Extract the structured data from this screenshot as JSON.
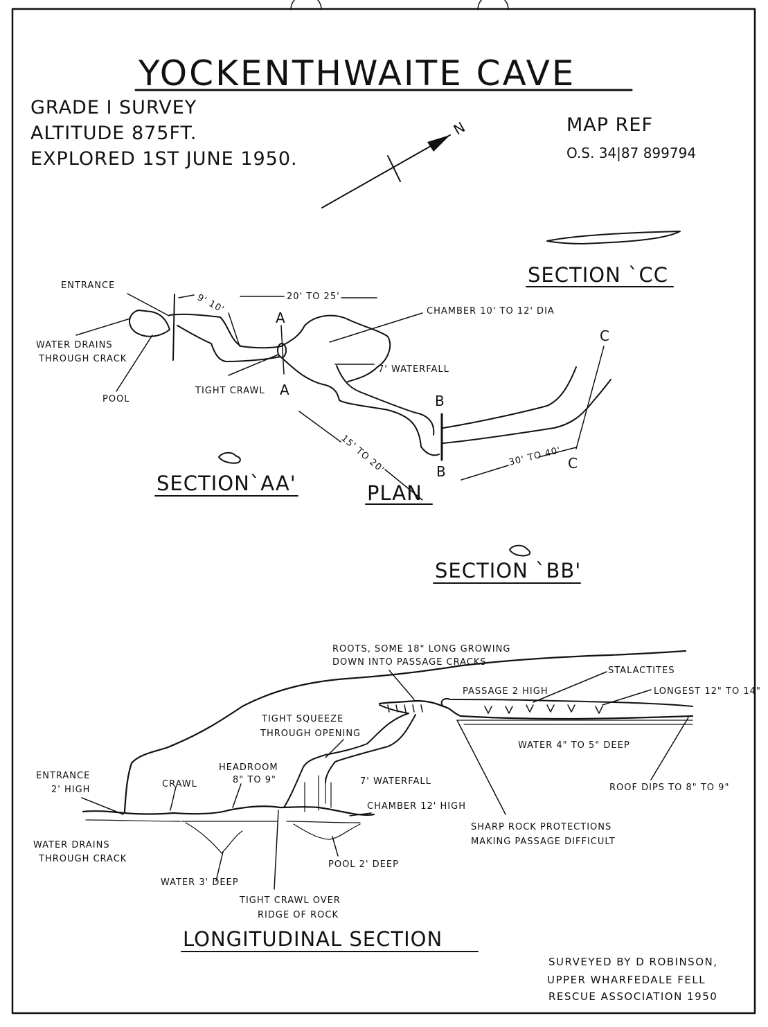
{
  "title": "YOCKENTHWAITE CAVE",
  "info": {
    "grade": "GRADE I SURVEY",
    "altitude": "ALTITUDE 875FT.",
    "explored": "EXPLORED 1ST JUNE 1950."
  },
  "map_ref": {
    "label": "MAP REF",
    "value": "O.S. 34|87 899794"
  },
  "north_label": "N",
  "sections": {
    "cc": "SECTION `CC",
    "aa": "SECTION`AA'",
    "bb": "SECTION `BB'",
    "plan": "PLAN",
    "longitudinal": "LONGITUDINAL SECTION"
  },
  "plan_labels": {
    "entrance": "ENTRANCE",
    "water_drains": "WATER DRAINS",
    "through_crack": "THROUGH CRACK",
    "pool": "POOL",
    "tight_crawl": "TIGHT CRAWL",
    "chamber": "CHAMBER 10' TO 12' DIA",
    "waterfall": "7' WATERFALL",
    "dim_9_10": "9' 10'",
    "dim_20_25": "20' TO 25'",
    "dim_15_20": "15' TO 20'",
    "dim_30_40": "30' TO 40'",
    "mark_a": "A",
    "mark_b": "B",
    "mark_c": "C"
  },
  "long_labels": {
    "roots_1": "ROOTS, SOME 18\" LONG GROWING",
    "roots_2": "DOWN INTO PASSAGE CRACKS",
    "stalactites": "STALACTITES",
    "passage": "PASSAGE 2 HIGH",
    "longest": "LONGEST 12\" TO 14\"",
    "tight_squeeze_1": "TIGHT SQUEEZE",
    "tight_squeeze_2": "THROUGH OPENING",
    "water_deep": "WATER 4\" TO 5\" DEEP",
    "entrance_1": "ENTRANCE",
    "entrance_2": "2' HIGH",
    "crawl": "CRAWL",
    "headroom_1": "HEADROOM",
    "headroom_2": "8\" TO 9\"",
    "waterfall": "7' WATERFALL",
    "roof_dips": "ROOF DIPS TO 8\" TO 9\"",
    "chamber": "CHAMBER 12' HIGH",
    "sharp_1": "SHARP ROCK PROTECTIONS",
    "sharp_2": "MAKING PASSAGE DIFFICULT",
    "water_drains_1": "WATER DRAINS",
    "water_drains_2": "THROUGH CRACK",
    "pool": "POOL 2' DEEP",
    "water_3": "WATER 3' DEEP",
    "tight_crawl_1": "TIGHT CRAWL OVER",
    "tight_crawl_2": "RIDGE OF ROCK"
  },
  "credits": {
    "line1": "SURVEYED BY D ROBINSON,",
    "line2": "UPPER WHARFEDALE FELL",
    "line3": "RESCUE ASSOCIATION 1950"
  }
}
